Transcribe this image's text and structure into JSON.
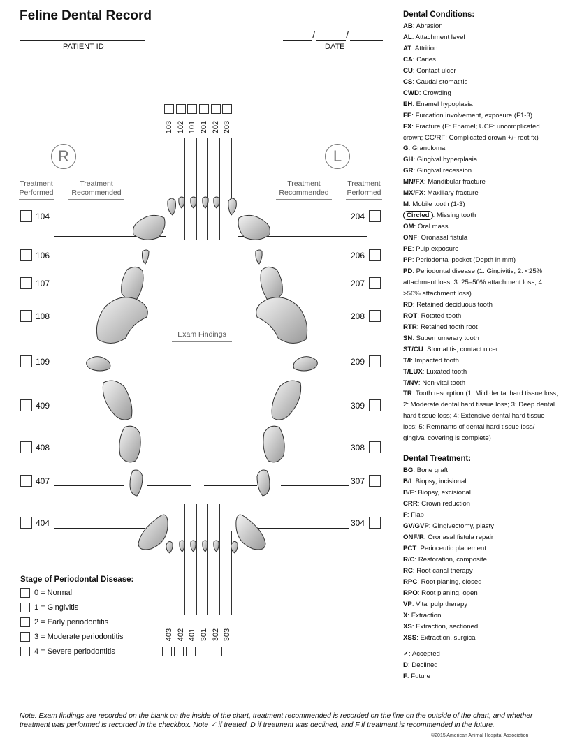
{
  "title": "Feline Dental Record",
  "patient_id_label": "PATIENT ID",
  "date_label": "DATE",
  "date_slashes": [
    "/",
    "/"
  ],
  "side_right": "R",
  "side_left": "L",
  "col_treatment_performed": "Treatment Performed",
  "col_treatment_recommended": "Treatment Recommended",
  "exam_findings": "Exam Findings",
  "upper_incisors": [
    "103",
    "102",
    "101",
    "201",
    "202",
    "203"
  ],
  "lower_incisors": [
    "403",
    "402",
    "401",
    "301",
    "302",
    "303"
  ],
  "right_upper_teeth": [
    "104",
    "106",
    "107",
    "108",
    "109"
  ],
  "left_upper_teeth": [
    "204",
    "206",
    "207",
    "208",
    "209"
  ],
  "right_lower_teeth": [
    "409",
    "408",
    "407",
    "404"
  ],
  "left_lower_teeth": [
    "309",
    "308",
    "307",
    "304"
  ],
  "stage": {
    "title": "Stage of Periodontal Disease:",
    "items": [
      "0 = Normal",
      "1 = Gingivitis",
      "2 = Early periodontitis",
      "3 = Moderate periodontitis",
      "4 = Severe periodontitis"
    ]
  },
  "conditions_title": "Dental Conditions:",
  "conditions": [
    {
      "code": "AB",
      "desc": "Abrasion"
    },
    {
      "code": "AL",
      "desc": "Attachment level"
    },
    {
      "code": "AT",
      "desc": "Attrition"
    },
    {
      "code": "CA",
      "desc": "Caries"
    },
    {
      "code": "CU",
      "desc": "Contact ulcer"
    },
    {
      "code": "CS",
      "desc": "Caudal stomatitis"
    },
    {
      "code": "CWD",
      "desc": "Crowding"
    },
    {
      "code": "EH",
      "desc": "Enamel hypoplasia"
    },
    {
      "code": "FE",
      "desc": "Furcation involvement, exposure (F1-3)"
    },
    {
      "code": "FX",
      "desc": "Fracture (E: Enamel; UCF: uncomplicated crown; CC/RF: Complicated crown +/- root fx)"
    },
    {
      "code": "G",
      "desc": "Granuloma"
    },
    {
      "code": "GH",
      "desc": "Gingival hyperplasia"
    },
    {
      "code": "GR",
      "desc": "Gingival recession"
    },
    {
      "code": "MN/FX",
      "desc": "Mandibular fracture"
    },
    {
      "code": "MX/FX",
      "desc": "Maxillary fracture"
    },
    {
      "code": "M",
      "desc": "Mobile tooth (1-3)"
    },
    {
      "code": "Circled",
      "desc": "Missing tooth",
      "circled": true
    },
    {
      "code": "OM",
      "desc": "Oral mass"
    },
    {
      "code": "ONF",
      "desc": "Oronasal fistula"
    },
    {
      "code": "PE",
      "desc": "Pulp exposure"
    },
    {
      "code": "PP",
      "desc": "Periodontal pocket (Depth in mm)"
    },
    {
      "code": "PD",
      "desc": "Periodontal disease (1: Gingivitis; 2: <25% attachment loss; 3: 25–50% attachment loss; 4: >50% attachment loss)"
    },
    {
      "code": "RD",
      "desc": "Retained deciduous tooth"
    },
    {
      "code": "ROT",
      "desc": "Rotated tooth"
    },
    {
      "code": "RTR",
      "desc": "Retained tooth root"
    },
    {
      "code": "SN",
      "desc": "Supernumerary tooth"
    },
    {
      "code": "ST/CU",
      "desc": "Stomatitis, contact ulcer"
    },
    {
      "code": "T/I",
      "desc": "Impacted tooth"
    },
    {
      "code": "T/LUX",
      "desc": "Luxated tooth"
    },
    {
      "code": "T/NV",
      "desc": "Non-vital tooth"
    },
    {
      "code": "TR",
      "desc": "Tooth resorption (1: Mild dental hard tissue loss; 2: Moderate dental hard tissue loss; 3: Deep dental hard tissue loss; 4: Extensive dental hard tissue loss; 5: Remnants of dental hard tissue loss/ gingival covering is complete)"
    }
  ],
  "treatment_title": "Dental Treatment:",
  "treatments": [
    {
      "code": "BG",
      "desc": "Bone graft"
    },
    {
      "code": "B/I",
      "desc": "Biopsy, incisional"
    },
    {
      "code": "B/E",
      "desc": "Biopsy, excisional"
    },
    {
      "code": "CRR",
      "desc": "Crown reduction"
    },
    {
      "code": "F",
      "desc": "Flap"
    },
    {
      "code": "GV/GVP",
      "desc": "Gingivectomy, plasty"
    },
    {
      "code": "ONF/R",
      "desc": "Oronasal fistula repair"
    },
    {
      "code": "PCT",
      "desc": "Perioceutic placement"
    },
    {
      "code": "R/C",
      "desc": "Restoration, composite"
    },
    {
      "code": "RC",
      "desc": "Root canal therapy"
    },
    {
      "code": "RPC",
      "desc": "Root planing, closed"
    },
    {
      "code": "RPO",
      "desc": "Root planing, open"
    },
    {
      "code": "VP",
      "desc": "Vital pulp therapy"
    },
    {
      "code": "X",
      "desc": " Extraction"
    },
    {
      "code": "XS",
      "desc": "Extraction, sectioned"
    },
    {
      "code": "XSS",
      "desc": "Extraction, surgical"
    }
  ],
  "status_keys": [
    {
      "code": "✓",
      "desc": "Accepted"
    },
    {
      "code": "D",
      "desc": "Declined"
    },
    {
      "code": "F",
      "desc": "Future"
    }
  ],
  "note": "Note: Exam findings are recorded on the blank on the inside of the chart, treatment recommended is recorded on the line on the outside of the chart, and whether treatment was performed is recorded in the checkbox. Note ✓ if treated, D if treatment was declined, and F if treatment is recommended in the future.",
  "copyright": "©2015 American Animal Hospital Association"
}
